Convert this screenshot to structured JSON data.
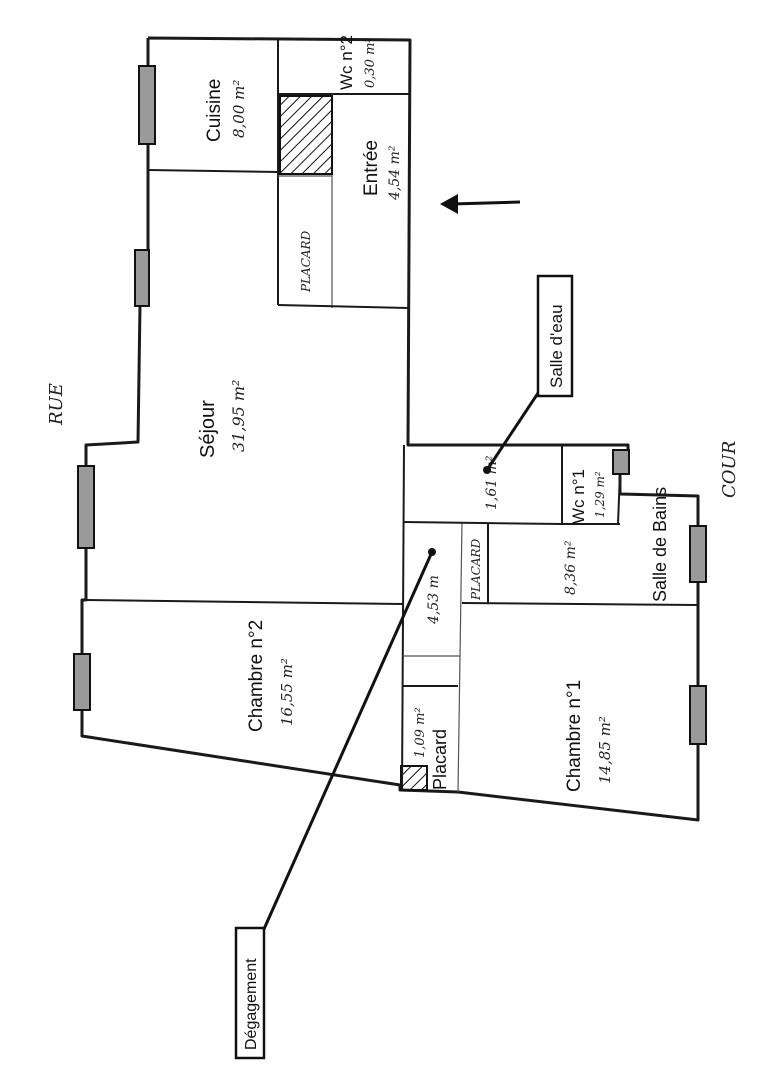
{
  "plan": {
    "street_label": "RUE",
    "courtyard_label": "COUR",
    "rooms": {
      "cuisine": {
        "name": "Cuisine",
        "area": "8,00 m²"
      },
      "wc2": {
        "name": "Wc n°2",
        "area": "0,30 m²"
      },
      "entree": {
        "name": "Entrée",
        "area": "4,54 m²"
      },
      "placard_entree": {
        "name": "PLACARD"
      },
      "sejour": {
        "name": "Séjour",
        "area": "31,95 m²"
      },
      "salle_eau": {
        "area": "1,61 m²"
      },
      "wc1": {
        "name": "Wc n°1",
        "area": "1,29 m²"
      },
      "placard_sdb": {
        "name": "PLACARD"
      },
      "salle_bains": {
        "name": "Salle de Bains",
        "area": "8,36 m²"
      },
      "degagement_area": {
        "area": "4,53 m"
      },
      "chambre2": {
        "name": "Chambre n°2",
        "area": "16,55 m²"
      },
      "placard_bottom": {
        "name": "Placard",
        "area": "1,09 m²"
      },
      "chambre1": {
        "name": "Chambre n°1",
        "area": "14,85 m²"
      }
    },
    "callouts": {
      "salle_eau": "Salle d'eau",
      "degagement": "Dégagement"
    }
  }
}
